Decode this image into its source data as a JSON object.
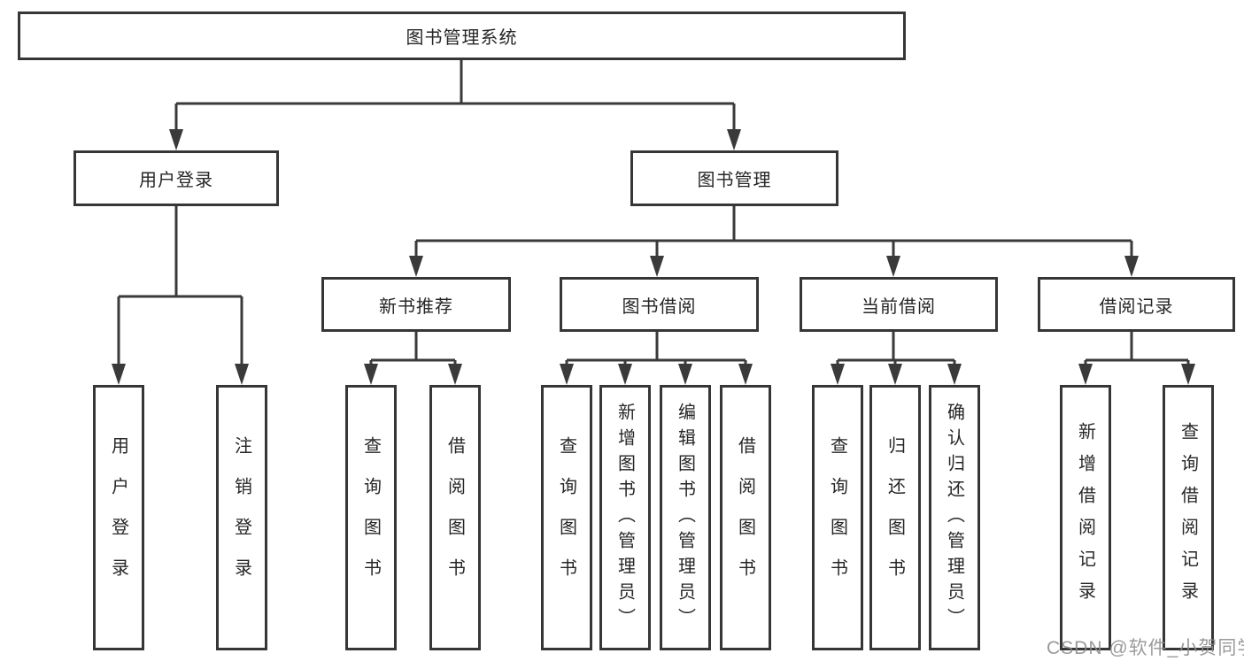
{
  "diagram_title": "图书管理系统",
  "tree": {
    "root": {
      "label": "图书管理系统",
      "children": [
        {
          "label": "用户登录",
          "children": [
            {
              "label": "用户登录"
            },
            {
              "label": "注销登录"
            }
          ]
        },
        {
          "label": "图书管理",
          "children": [
            {
              "label": "新书推荐",
              "children": [
                {
                  "label": "查询图书"
                },
                {
                  "label": "借阅图书"
                }
              ]
            },
            {
              "label": "图书借阅",
              "children": [
                {
                  "label": "查询图书"
                },
                {
                  "label": "新增图书（管理员）"
                },
                {
                  "label": "编辑图书（管理员）"
                },
                {
                  "label": "借阅图书"
                }
              ]
            },
            {
              "label": "当前借阅",
              "children": [
                {
                  "label": "查询图书"
                },
                {
                  "label": "归还图书"
                },
                {
                  "label": "确认归还（管理员）"
                }
              ]
            },
            {
              "label": "借阅记录",
              "children": [
                {
                  "label": "新增借阅记录"
                },
                {
                  "label": "查询借阅记录"
                }
              ]
            }
          ]
        }
      ]
    }
  },
  "watermark": {
    "text": "CSDN @软件_小贺同学"
  },
  "colors": {
    "background": "#ffffff",
    "line": "#3a3a3a",
    "box_border": "#363636",
    "text": "#262626",
    "watermark": "#8c8c8c"
  }
}
